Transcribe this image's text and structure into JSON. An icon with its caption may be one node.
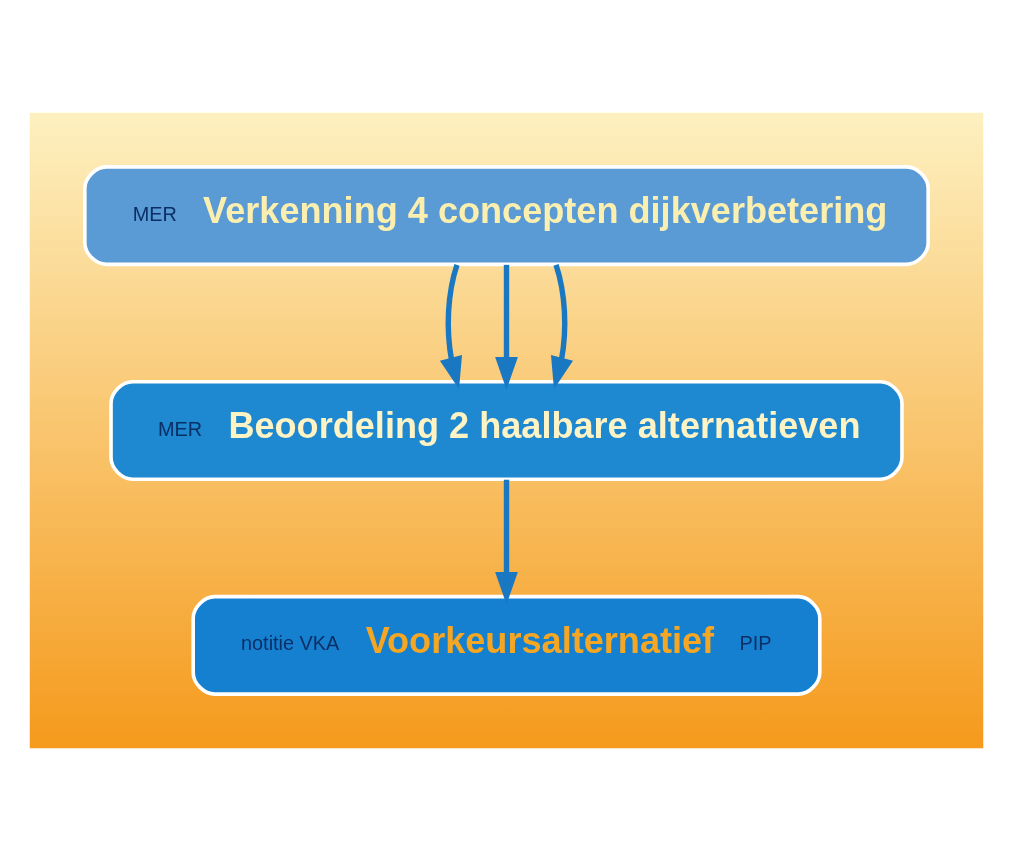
{
  "diagram": {
    "nodes": [
      {
        "text": [],
        "shape": "triangle"
      },
      {
        "text": [
          "MER",
          "Verkenning 4 concepten dijkverbetering"
        ],
        "in": 0
      },
      {
        "text": [
          "MER",
          "Beoordeling 2 haalbare alternatieven"
        ],
        "in": 0
      },
      {
        "text": [
          "notitie VKA",
          "Voorkeursalternatief",
          "PIP"
        ],
        "in": 0
      }
    ],
    "edges": [
      {
        "from": 1,
        "to": 2,
        "arrow": "to"
      },
      {
        "from": 1,
        "to": 2,
        "arrow": "to"
      },
      {
        "from": 1,
        "to": 2,
        "arrow": "to"
      },
      {
        "from": 2,
        "to": 3,
        "arrow": "to"
      }
    ]
  }
}
